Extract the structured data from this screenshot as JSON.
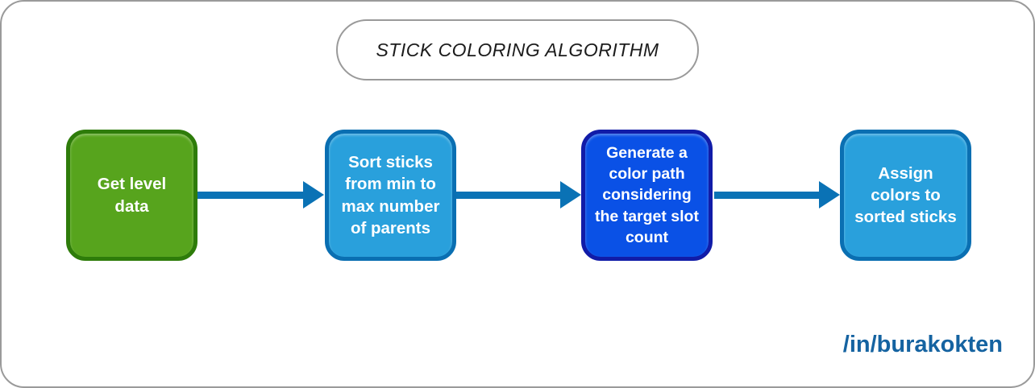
{
  "title": "STICK COLORING ALGORITHM",
  "signature": "/in/burakokten",
  "colors": {
    "green_fill": "#57a41d",
    "green_border": "#2e7c0a",
    "lightblue_fill": "#29a0dc",
    "lightblue_border": "#0a6fb2",
    "royalblue_fill": "#0a51e6",
    "royalblue_border": "#111ca8",
    "arrow": "#0a72b5",
    "signature_text": "#1563a1",
    "outline": "#9a9a9a"
  },
  "flow": {
    "steps": [
      {
        "label": "Get level\ndata",
        "variant": "green"
      },
      {
        "label": "Sort sticks\nfrom min to\nmax number\nof parents",
        "variant": "lightblue"
      },
      {
        "label": "Generate a\ncolor path\nconsidering\nthe target slot\ncount",
        "variant": "royalblue"
      },
      {
        "label": "Assign\ncolors to\nsorted sticks",
        "variant": "lightblue"
      }
    ]
  }
}
